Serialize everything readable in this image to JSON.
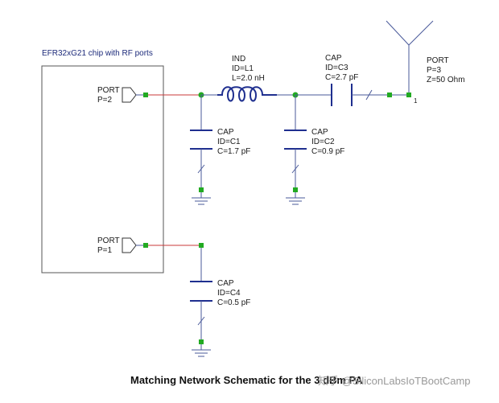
{
  "chip": {
    "label": "EFR32xG21 chip with RF ports"
  },
  "ports": [
    {
      "name": "PORT",
      "p": "P=2"
    },
    {
      "name": "PORT",
      "p": "P=1"
    },
    {
      "name": "PORT",
      "p": "P=3",
      "z": "Z=50 Ohm",
      "pin": "1"
    }
  ],
  "inductor": {
    "type": "IND",
    "id": "ID=L1",
    "value": "L=2.0 nH"
  },
  "caps": [
    {
      "type": "CAP",
      "id": "ID=C1",
      "value": "C=1.7 pF"
    },
    {
      "type": "CAP",
      "id": "ID=C2",
      "value": "C=0.9 pF"
    },
    {
      "type": "CAP",
      "id": "ID=C3",
      "value": "C=2.7 pF"
    },
    {
      "type": "CAP",
      "id": "ID=C4",
      "value": "C=0.5 pF"
    }
  ],
  "caption": "Matching Network Schematic for the 3 dBm PA",
  "watermark": "知乎 @SiliconLabsIoTBootCamp",
  "colors": {
    "wire": "#4a5a9a",
    "rf_wire": "#c83a3a",
    "node": "#22aa22",
    "inductor": "#1f2f8f"
  }
}
